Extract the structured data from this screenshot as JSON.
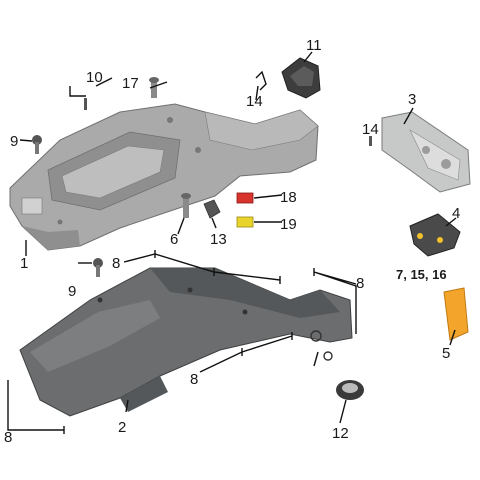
{
  "diagram": {
    "callouts": {
      "c1": "1",
      "c2": "2",
      "c3": "3",
      "c4": "4",
      "c5": "5",
      "c6": "6",
      "c7": "7, 15, 16",
      "c8a": "8",
      "c8b": "8",
      "c8c": "8",
      "c8d": "8",
      "c9a": "9",
      "c9b": "9",
      "c10": "10",
      "c11": "11",
      "c12": "12",
      "c13": "13",
      "c14a": "14",
      "c14b": "14",
      "c17": "17",
      "c18": "18",
      "c19": "19"
    },
    "colors": {
      "frame_fill": "#a9aaa9",
      "frame_shade": "#8e8f8e",
      "fender_fill": "#6b6d6e",
      "fender_shade": "#55585a",
      "bracket_fill": "#c7c8c8",
      "light_fill": "#4a4a4a",
      "reflector_fill": "#f2a52a",
      "fuse_red": "#d8332c",
      "fuse_yellow": "#e8d42a",
      "bolt_fill": "#8a8a8a"
    }
  }
}
